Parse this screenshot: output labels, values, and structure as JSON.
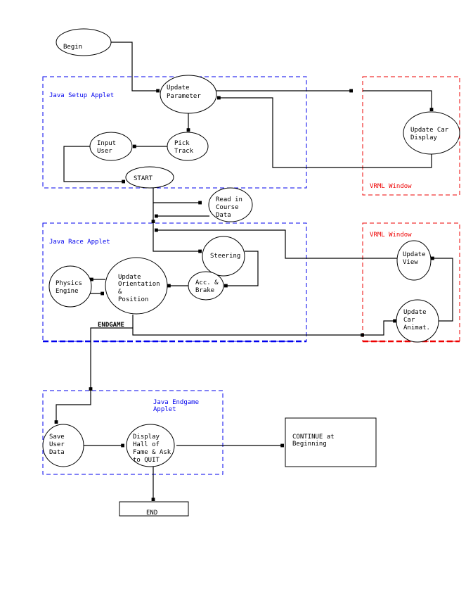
{
  "colors": {
    "java_group": "#0000ee",
    "vrml_group": "#ee0000",
    "line": "#000000"
  },
  "groups": {
    "java_setup": "Java Setup Applet",
    "vrml_window_1": "VRML Window",
    "java_race": "Java Race Applet",
    "vrml_window_2": "VRML Window",
    "java_endgame": [
      "Java Endgame",
      "Applet"
    ]
  },
  "nodes": {
    "begin": [
      "Begin"
    ],
    "update_parameter": [
      "Update",
      "Parameter"
    ],
    "pick_track": [
      "Pick",
      "Track"
    ],
    "input_user": [
      "Input",
      "User"
    ],
    "start": [
      "START"
    ],
    "update_car_display": [
      "Update Car",
      "Display"
    ],
    "read_course_data": [
      "Read in",
      "Course",
      "Data"
    ],
    "steering": [
      "Steering"
    ],
    "acc_brake": [
      "Acc. &",
      "Brake"
    ],
    "update_orientation": [
      "Update",
      "Orientation",
      "&",
      "Position"
    ],
    "physics_engine": [
      "Physics",
      "Engine"
    ],
    "update_view": [
      "Update",
      "View"
    ],
    "update_car_animat": [
      "Update",
      "Car",
      "Animat."
    ],
    "save_user_data": [
      "Save",
      "User",
      "Data"
    ],
    "display_hall": [
      "Display",
      "Hall of",
      "Fame & Ask",
      "to QUIT"
    ],
    "continue_box": [
      "CONTINUE at",
      "Beginning"
    ],
    "end_box": [
      "END"
    ]
  },
  "edge_labels": {
    "endgame": "ENDGAME"
  }
}
